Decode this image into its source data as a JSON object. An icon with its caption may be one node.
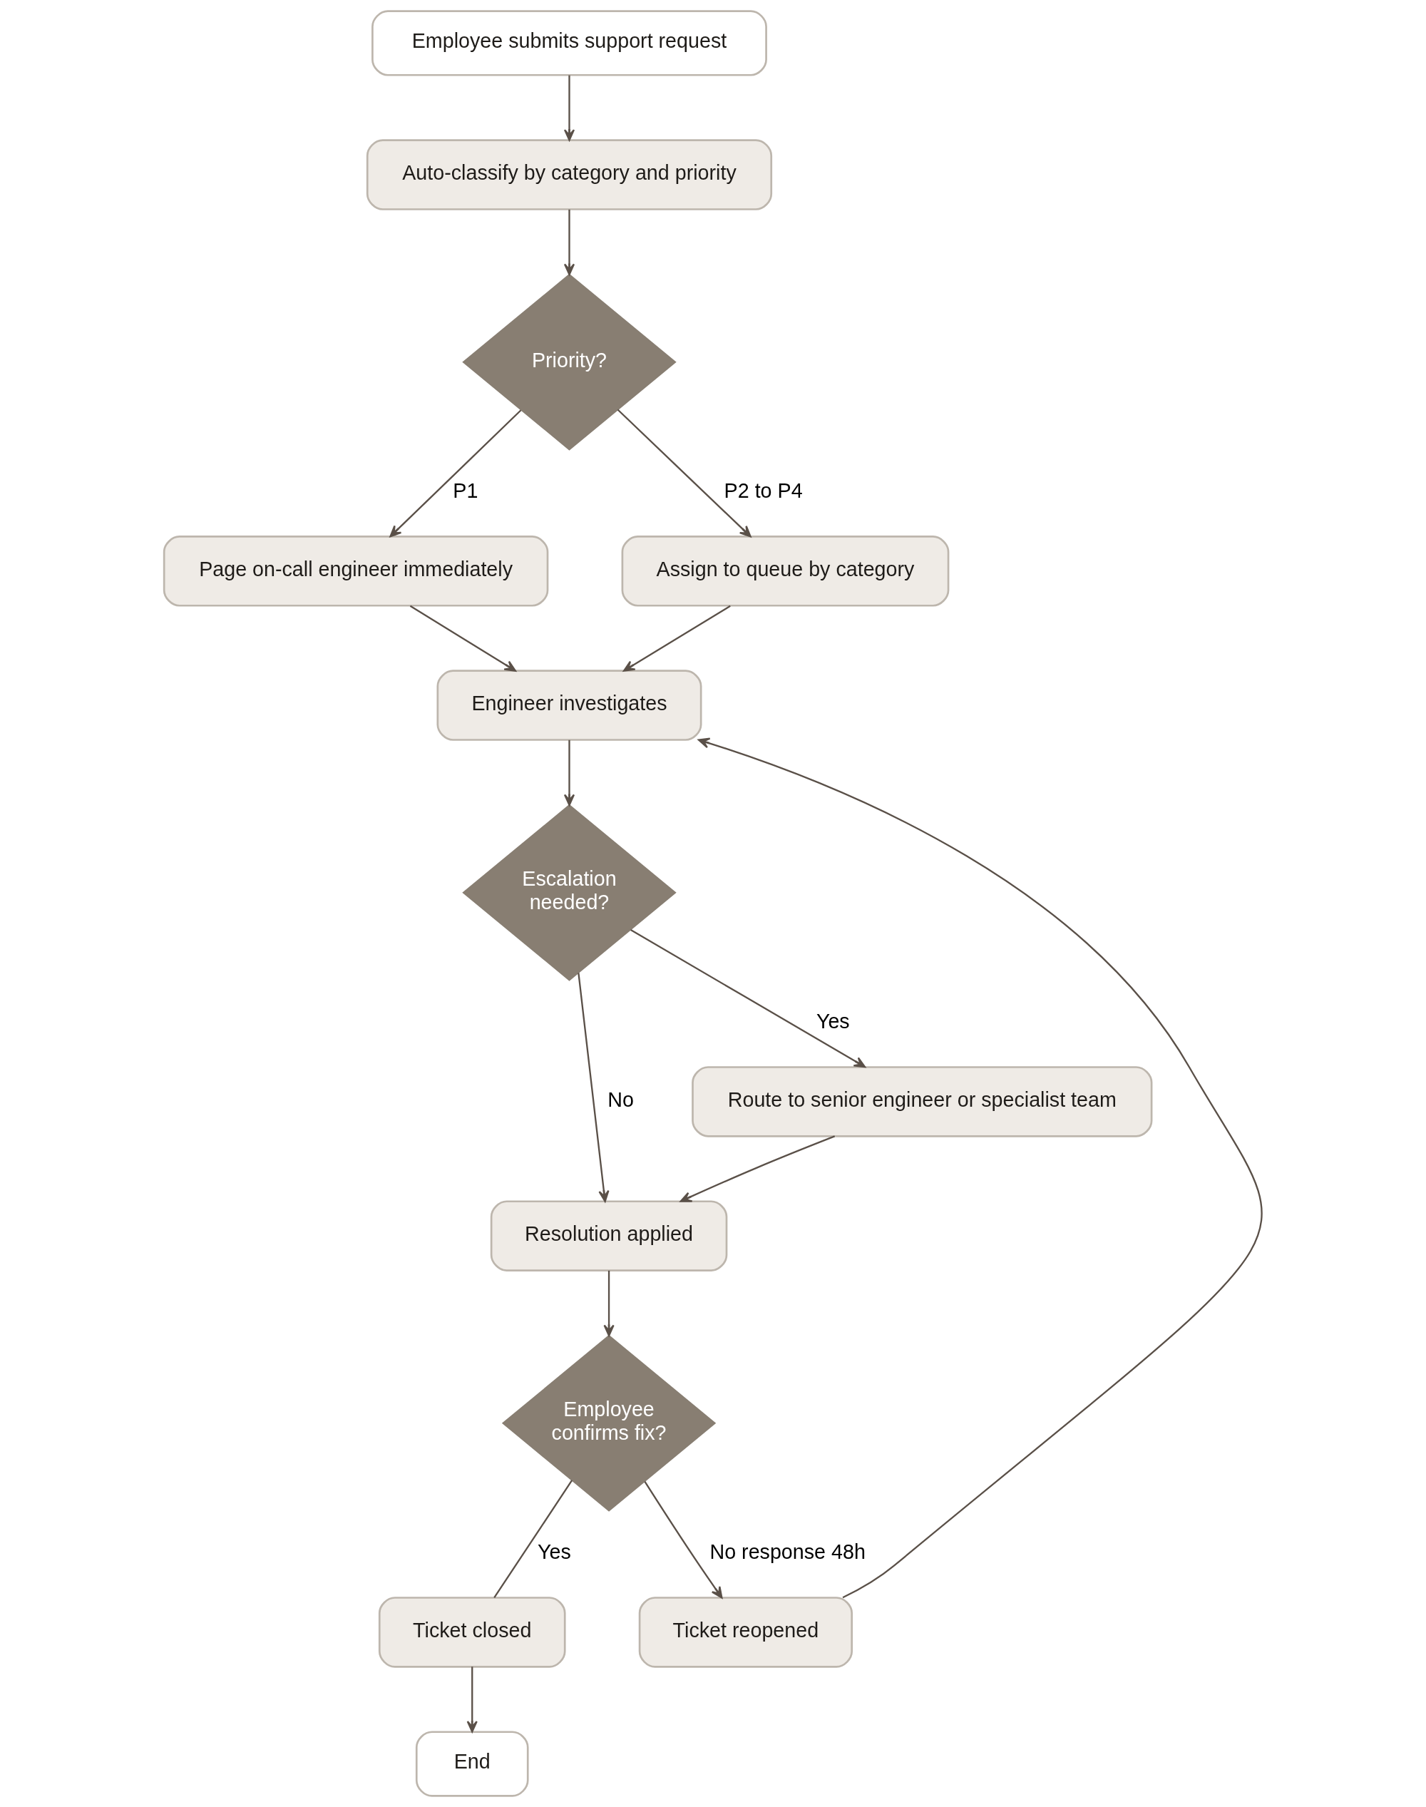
{
  "diagram": {
    "nodes": [
      {
        "text": [
          "Employee submits support request"
        ]
      },
      {
        "text": [
          "Auto-classify by category and priority"
        ]
      },
      {
        "text": [
          "Priority?"
        ]
      },
      {
        "text": [
          "Page on-call engineer immediately"
        ]
      },
      {
        "text": [
          "Assign to queue by category"
        ]
      },
      {
        "text": [
          "Engineer investigates"
        ]
      },
      {
        "text": [
          "Escalation needed?"
        ]
      },
      {
        "text": [
          "Route to senior engineer or specialist team"
        ]
      },
      {
        "text": [
          "Resolution applied"
        ]
      },
      {
        "text": [
          "Employee confirms fix?"
        ]
      },
      {
        "text": [
          "Ticket closed"
        ]
      },
      {
        "text": [
          "Ticket reopened"
        ]
      },
      {
        "text": [
          "End"
        ]
      }
    ],
    "edges": [
      {
        "from": 0,
        "to": 1,
        "arrow": "to"
      },
      {
        "from": 1,
        "to": 2,
        "arrow": "to"
      },
      {
        "from": 2,
        "to": 3,
        "label": "P1",
        "arrow": "to"
      },
      {
        "from": 2,
        "to": 4,
        "label": "P2 to P4",
        "arrow": "to"
      },
      {
        "from": 3,
        "to": 5,
        "arrow": "to"
      },
      {
        "from": 4,
        "to": 5,
        "arrow": "to"
      },
      {
        "from": 5,
        "to": 6,
        "arrow": "to"
      },
      {
        "from": 6,
        "to": 8,
        "label": "No",
        "arrow": "to"
      },
      {
        "from": 6,
        "to": 7,
        "label": "Yes",
        "arrow": "to"
      },
      {
        "from": 7,
        "to": 8,
        "arrow": "to"
      },
      {
        "from": 8,
        "to": 9,
        "arrow": "to"
      },
      {
        "from": 9,
        "to": 10,
        "label": "Yes",
        "arrow": "none"
      },
      {
        "from": 9,
        "to": 11,
        "label": "No response 48h",
        "arrow": "to"
      },
      {
        "from": 11,
        "to": 5,
        "arrow": "to"
      },
      {
        "from": 10,
        "to": 12,
        "arrow": "to"
      }
    ]
  }
}
